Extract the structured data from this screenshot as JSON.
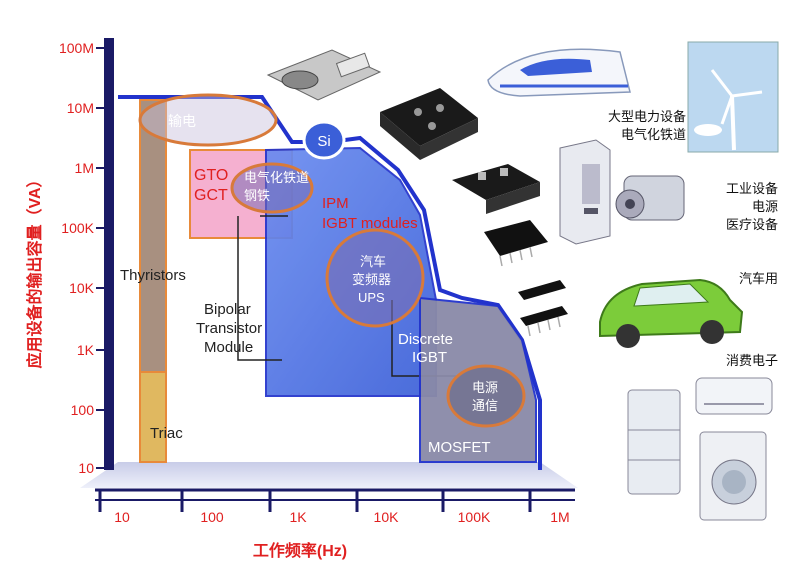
{
  "y_axis": {
    "label": "应用设备的输出容量（VA）",
    "ticks": [
      "100M",
      "10M",
      "1M",
      "100K",
      "10K",
      "1K",
      "100",
      "10"
    ]
  },
  "x_axis": {
    "label": "工作频率(Hz)",
    "ticks": [
      "10",
      "100",
      "1K",
      "10K",
      "100K",
      "1M"
    ]
  },
  "regions": {
    "si": "Si",
    "thyristors": "Thyristors",
    "triac": "Triac",
    "gto": "GTO",
    "gct": "GCT",
    "bipolar_1": "Bipolar",
    "bipolar_2": "Transistor",
    "bipolar_3": "Module",
    "ipm_1": "IPM",
    "ipm_2": "IGBT modules",
    "discrete_1": "Discrete",
    "discrete_2": "IGBT",
    "mosfet": "MOSFET"
  },
  "applications": {
    "transmission": "输电",
    "rail_1": "电气化铁道",
    "rail_2": "钢铁",
    "auto_1": "汽车",
    "auto_2": "变频器",
    "auto_3": "UPS",
    "power_1": "电源",
    "power_2": "通信"
  },
  "side_labels": {
    "large_1": "大型电力设备",
    "large_2": "电气化铁道",
    "industry_1": "工业设备",
    "industry_2": "电源",
    "industry_3": "医疗设备",
    "automotive": "汽车用",
    "consumer": "消费电子"
  },
  "colors": {
    "axis": "#1a1a66",
    "tick_red": "#e02020",
    "si_outline": "#2233cc",
    "ipm_fill": "#4a70e0",
    "mosfet_fill": "#8a8aa8",
    "gto_fill": "#f5b0d0",
    "thyristor_fill": "#a89080",
    "triac_fill": "#e0b860",
    "ellipse": "#d87a3a"
  }
}
